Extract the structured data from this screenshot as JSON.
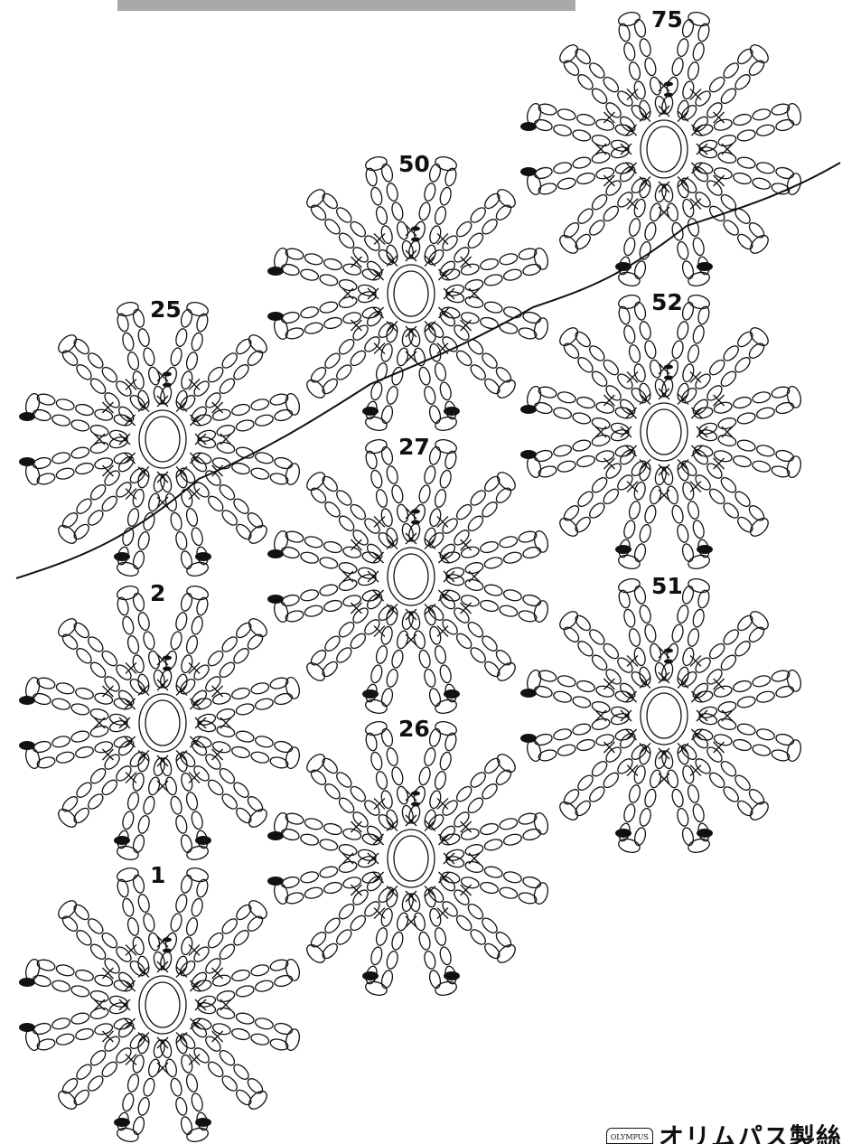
{
  "motifs": [
    {
      "number": "1"
    },
    {
      "number": "2"
    },
    {
      "number": "25"
    },
    {
      "number": "26"
    },
    {
      "number": "27"
    },
    {
      "number": "50"
    },
    {
      "number": "51"
    },
    {
      "number": "52"
    },
    {
      "number": "75"
    }
  ],
  "brand": {
    "logo_text": "OLYMPUS",
    "name": "オリムパス製絲"
  }
}
